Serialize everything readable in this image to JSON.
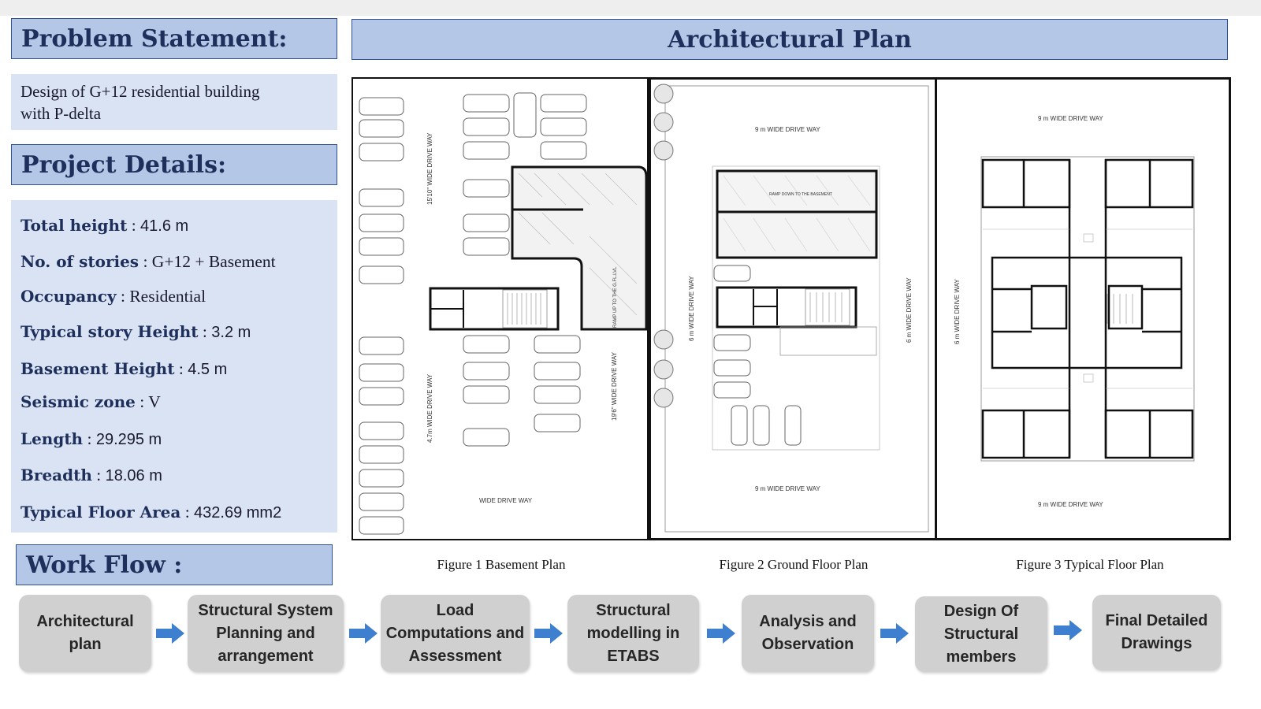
{
  "problem_statement": {
    "heading": "Problem Statement:",
    "line1": "Design of G+12  residential building",
    "line2": "with P-delta"
  },
  "project_details": {
    "heading": "Project Details:",
    "items": [
      {
        "label": "Total height",
        "value": "41.6 m"
      },
      {
        "label": "No. of stories",
        "value": "G+12 + Basement"
      },
      {
        "label": "Occupancy",
        "value": "Residential"
      },
      {
        "label": "Typical story Height",
        "value": "3.2 m"
      },
      {
        "label": "Basement Height",
        "value": "4.5 m"
      },
      {
        "label": "Seismic zone",
        "value": "V"
      },
      {
        "label": "Length",
        "value": "29.295 m"
      },
      {
        "label": "Breadth",
        "value": "18.06 m"
      },
      {
        "label": "Typical Floor Area",
        "value": "432.69 mm2"
      }
    ]
  },
  "architectural_plan": {
    "heading": "Architectural Plan",
    "figures": [
      {
        "caption": "Figure 1 Basement Plan"
      },
      {
        "caption": "Figure 2 Ground Floor Plan"
      },
      {
        "caption": "Figure 3 Typical Floor Plan"
      }
    ],
    "drawing_labels": {
      "basement_drive_1": "15'10\" WIDE DRIVE WAY",
      "basement_drive_2": "4.7m WIDE DRIVE WAY",
      "basement_drive_3": "19'6\" WIDE DRIVE WAY",
      "basement_drive_4": "WIDE DRIVE WAY",
      "basement_ramp": "RAMP UP TO THE G.FL.LVL",
      "ground_top": "9 m  WIDE DRIVE WAY",
      "ground_bottom": "9 m  WIDE DRIVE WAY",
      "ground_left": "6 m  WIDE DRIVE WAY",
      "ground_right": "6 m  WIDE DRIVE WAY",
      "ground_ramp": "RAMP DOWN TO THE BASEMENT",
      "typical_top": "9 m  WIDE DRIVE WAY",
      "typical_bottom": "9 m  WIDE DRIVE WAY",
      "typical_left": "6 m  WIDE DRIVE WAY"
    }
  },
  "workflow": {
    "heading": "Work Flow :",
    "steps": [
      {
        "label": "Architectural plan"
      },
      {
        "label": "Structural System Planning and arrangement"
      },
      {
        "label": "Load Computations and Assessment"
      },
      {
        "label": "Structural modelling in ETABS"
      },
      {
        "label": "Analysis and Observation"
      },
      {
        "label": "Design Of Structural members"
      },
      {
        "label": "Final Detailed Drawings"
      }
    ]
  },
  "colors": {
    "header_fill": "#b4c7e7",
    "panel_fill": "#dae3f3",
    "heading_text": "#1f2f5c",
    "arrow": "#3f7fd0",
    "workflow_box": "#d0d0d0"
  }
}
